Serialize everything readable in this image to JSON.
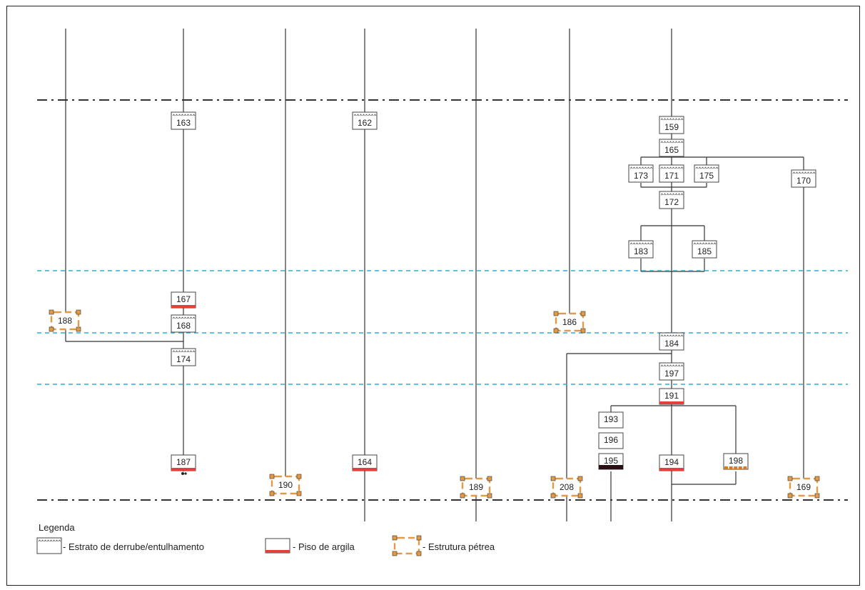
{
  "legend": {
    "title": "Legenda",
    "items": [
      {
        "type": "debris",
        "label": "- Estrato de derrube/entulhamento"
      },
      {
        "type": "clay",
        "label": "- Piso de argila"
      },
      {
        "type": "stone",
        "label": "- Estrutura pétrea"
      }
    ]
  },
  "nodes": [
    {
      "id": "163",
      "type": "debris"
    },
    {
      "id": "162",
      "type": "debris"
    },
    {
      "id": "159",
      "type": "debris"
    },
    {
      "id": "165",
      "type": "debris"
    },
    {
      "id": "173",
      "type": "debris"
    },
    {
      "id": "171",
      "type": "debris"
    },
    {
      "id": "175",
      "type": "debris"
    },
    {
      "id": "170",
      "type": "debris"
    },
    {
      "id": "172",
      "type": "debris"
    },
    {
      "id": "183",
      "type": "debris"
    },
    {
      "id": "185",
      "type": "debris"
    },
    {
      "id": "167",
      "type": "clay"
    },
    {
      "id": "188",
      "type": "stone"
    },
    {
      "id": "168",
      "type": "debris"
    },
    {
      "id": "186",
      "type": "stone"
    },
    {
      "id": "184",
      "type": "debris"
    },
    {
      "id": "174",
      "type": "debris"
    },
    {
      "id": "197",
      "type": "debris"
    },
    {
      "id": "191",
      "type": "clay"
    },
    {
      "id": "193",
      "type": "plain"
    },
    {
      "id": "196",
      "type": "plain"
    },
    {
      "id": "195",
      "type": "dark"
    },
    {
      "id": "187",
      "type": "clay"
    },
    {
      "id": "164",
      "type": "clay"
    },
    {
      "id": "194",
      "type": "clay"
    },
    {
      "id": "198",
      "type": "orange"
    },
    {
      "id": "190",
      "type": "stone"
    },
    {
      "id": "189",
      "type": "stone"
    },
    {
      "id": "208",
      "type": "stone"
    },
    {
      "id": "169",
      "type": "stone"
    }
  ],
  "colors": {
    "line": "#333333",
    "dashBlack": "#333333",
    "dashBlue": "#2ab0d8",
    "clay": "#e2403a",
    "stone": "#e19a45",
    "dark": "#2a1014",
    "orange": "#d97a1f"
  }
}
